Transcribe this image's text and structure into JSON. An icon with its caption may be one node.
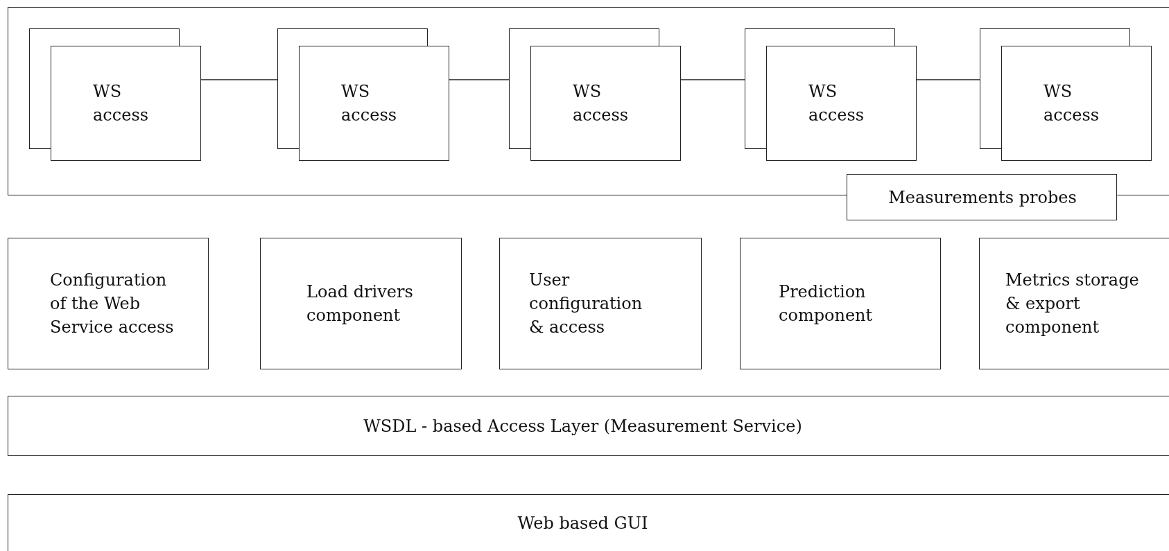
{
  "diagram": {
    "nodes": [
      {
        "text": [],
        "shape": "box"
      },
      {
        "text": [
          "WS access"
        ],
        "in": 0
      },
      {
        "text": [
          "WS access"
        ],
        "in": 0
      },
      {
        "text": [
          "WS access"
        ],
        "in": 0
      },
      {
        "text": [
          "WS access"
        ],
        "in": 0
      },
      {
        "text": [
          "WS access"
        ],
        "in": 0
      },
      {
        "text": [
          "Measurements probes"
        ]
      },
      {
        "text": [
          "Configuration of the Web Service access"
        ]
      },
      {
        "text": [
          "Load drivers component"
        ]
      },
      {
        "text": [
          "User configuration & access"
        ]
      },
      {
        "text": [
          "Prediction component"
        ]
      },
      {
        "text": [
          "Metrics storage & export component"
        ]
      },
      {
        "text": [
          "WSDL - based Access Layer (Measurement Service)"
        ]
      },
      {
        "text": [
          "Web based GUI"
        ]
      }
    ],
    "edges": [
      {
        "from": 1,
        "to": 2,
        "arrow": "none"
      },
      {
        "from": 2,
        "to": 3,
        "arrow": "none"
      },
      {
        "from": 3,
        "to": 4,
        "arrow": "none"
      },
      {
        "from": 4,
        "to": 5,
        "arrow": "none"
      }
    ]
  }
}
